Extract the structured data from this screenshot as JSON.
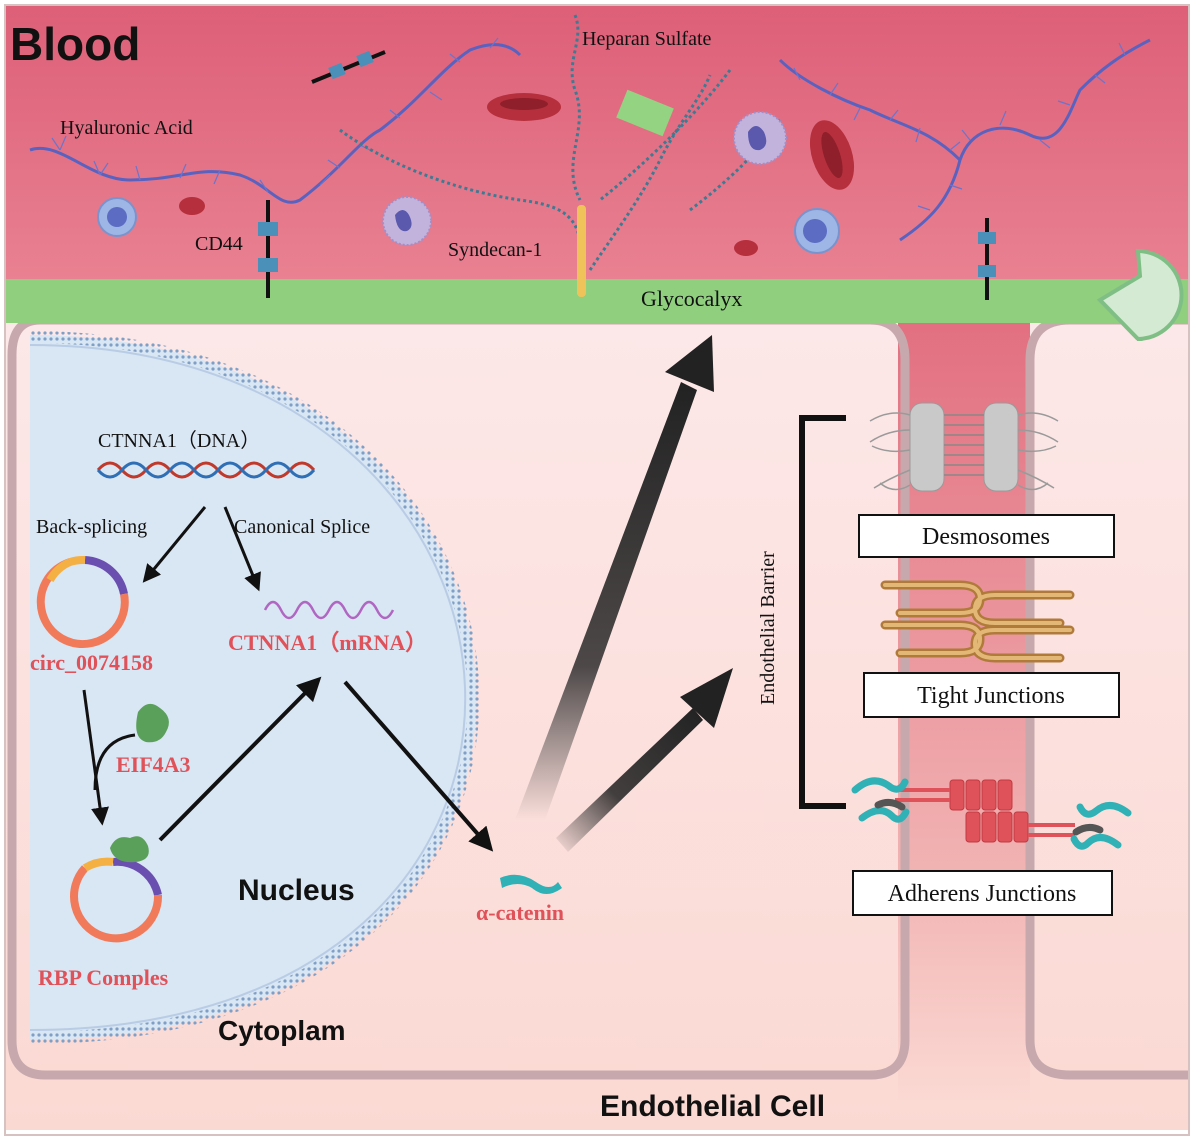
{
  "labels": {
    "blood": "Blood",
    "heparan_sulfate": "Heparan Sulfate",
    "hyaluronic_acid": "Hyaluronic Acid",
    "cd44": "CD44",
    "syndecan": "Syndecan-1",
    "glycocalyx": "Glycocalyx",
    "dna": "CTNNA1（DNA）",
    "back_splicing": "Back-splicing",
    "canonical_splice": "Canonical Splice",
    "circ": "circ_0074158",
    "mrna": "CTNNA1（mRNA）",
    "eif4a3": "EIF4A3",
    "nucleus": "Nucleus",
    "rbp": "RBP Comples",
    "cytoplasm": "Cytoplam",
    "catenin": "α-catenin",
    "endothelial_barrier": "Endothelial Barrier",
    "desmosomes": "Desmosomes",
    "tight_junctions": "Tight Junctions",
    "adherens_junctions": "Adherens Junctions",
    "endothelial_cell": "Endothelial Cell"
  },
  "colors": {
    "blood": "#e06a80",
    "glycocalyx": "#8fcf7e",
    "cell": "#fbe4e4",
    "nucleus": "#d9e6f3",
    "highlight": "#e0525a",
    "hyaluronic": "#5a62c0",
    "heparan": "#3f7a93",
    "catenin": "#2fb1b5",
    "eif": "#5aa05a"
  }
}
